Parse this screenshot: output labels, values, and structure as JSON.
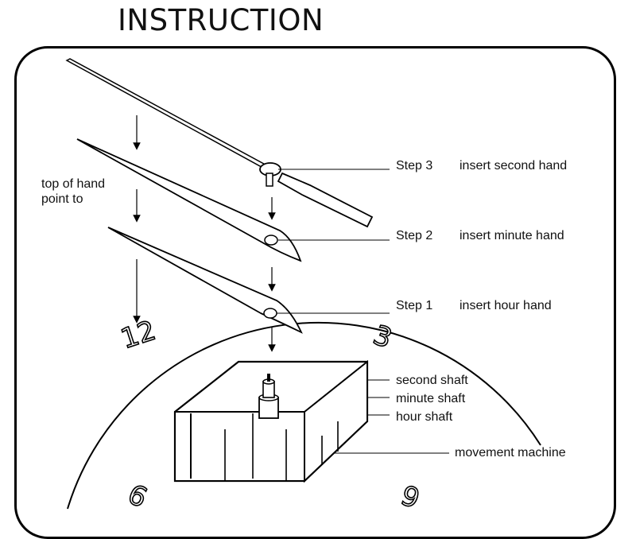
{
  "title": "INSTRUCTION",
  "hand_note": {
    "line1": "top of hand",
    "line2": "point to"
  },
  "steps": [
    {
      "step": "Step 3",
      "text": "insert second hand"
    },
    {
      "step": "Step 2",
      "text": "insert minute hand"
    },
    {
      "step": "Step 1",
      "text": "insert hour hand"
    }
  ],
  "shafts": {
    "second": "second shaft",
    "minute": "minute shaft",
    "hour": "hour shaft"
  },
  "movement": "movement  machine",
  "dial_numbers": {
    "twelve": "12",
    "three": "3",
    "six": "6",
    "nine": "9"
  }
}
